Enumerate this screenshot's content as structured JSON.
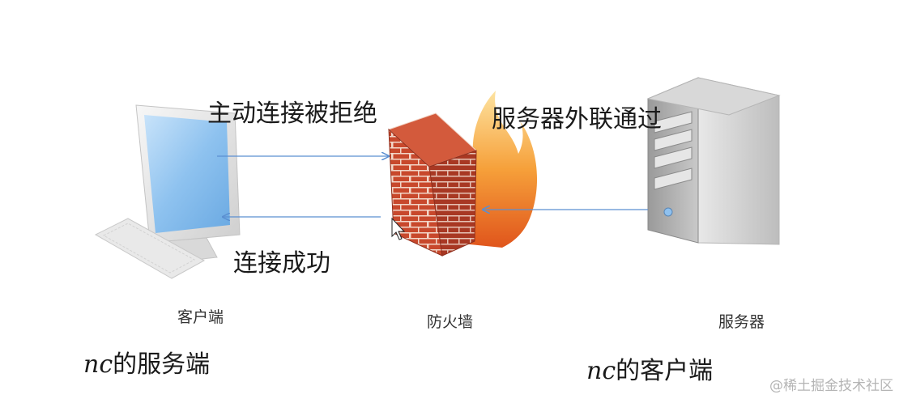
{
  "labels": {
    "rejected": "主动连接被拒绝",
    "success": "连接成功",
    "outbound_pass": "服务器外联通过",
    "client": "客户端",
    "firewall": "防火墙",
    "server": "服务器"
  },
  "nc_server": {
    "prefix": "nc",
    "text": "的服务端"
  },
  "nc_client": {
    "prefix": "nc",
    "text": "的客户端"
  },
  "watermark": "@稀土掘金技术社区",
  "icons": [
    "computer-icon",
    "keyboard-icon",
    "firewall-icon",
    "flame-icon",
    "server-icon",
    "mouse-cursor-icon"
  ],
  "colors": {
    "arrow": "#5b8fd1",
    "brick": "#c8482c",
    "flame": "#f29a2e",
    "screen": "#8ec2ef"
  }
}
